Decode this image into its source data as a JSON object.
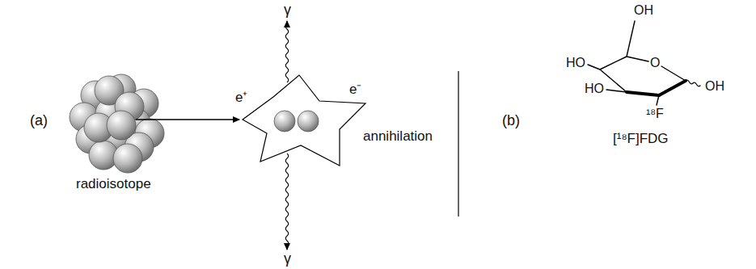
{
  "diagram": {
    "labels": [
      "(a)",
      "γ",
      "e⁺",
      "e⁻",
      "annihilation",
      "radioisotope",
      "γ",
      "(b)",
      "OH",
      "O",
      "HO",
      "HO",
      "¹⁸F",
      "OH",
      "[¹⁸F]FDG"
    ]
  }
}
